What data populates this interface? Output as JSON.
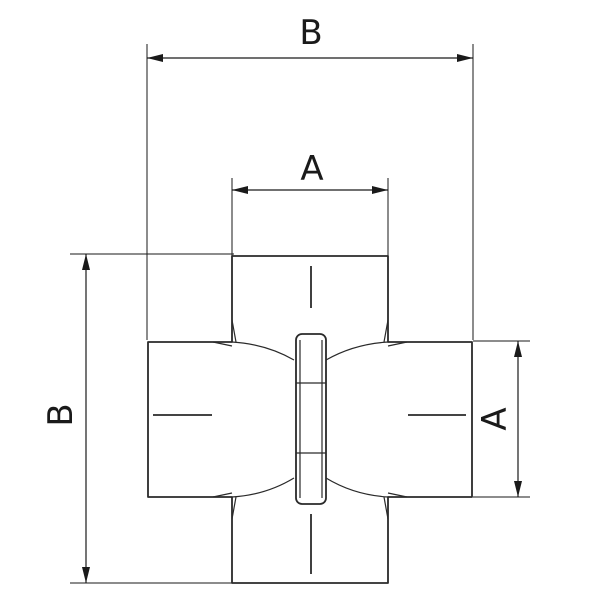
{
  "drawing": {
    "labels": {
      "overall_width": "B",
      "inner_width": "A",
      "overall_height": "B",
      "inner_height": "A"
    },
    "colors": {
      "line": "#2a2a2a",
      "background": "#ffffff"
    }
  }
}
